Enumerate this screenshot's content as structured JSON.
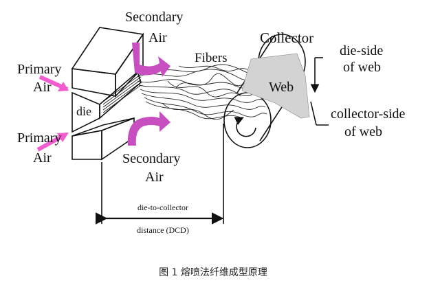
{
  "labels": {
    "secondary_air_top_1": "Secondary",
    "secondary_air_top_2": "Air",
    "primary_air_top_1": "Primary",
    "primary_air_top_2": "Air",
    "die": "die",
    "primary_air_bottom_1": "Primary",
    "primary_air_bottom_2": "Air",
    "secondary_air_bottom_1": "Secondary",
    "secondary_air_bottom_2": "Air",
    "fibers": "Fibers",
    "collector": "Collector",
    "web": "Web",
    "die_side_1": "die-side",
    "die_side_2": "of web",
    "collector_side_1": "collector-side",
    "collector_side_2": "of web",
    "dcd_1": "die-to-collector",
    "dcd_2": "distance (DCD)"
  },
  "caption": "图 1 熔喷法纤维成型原理",
  "colors": {
    "primary_air_arrow": "#f25ccf",
    "secondary_air_arrow": "#c74fc0",
    "web_fill": "#d3d3d3",
    "line": "#111111"
  },
  "icons": {
    "rotation": "circular-arrow-icon",
    "dimension": "double-arrow-icon"
  }
}
